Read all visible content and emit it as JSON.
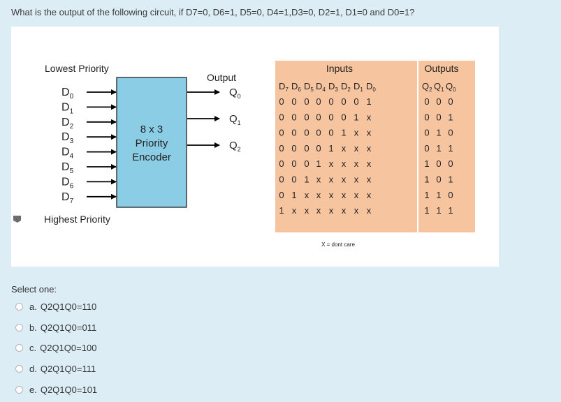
{
  "question": {
    "text": "What is the output of the following circuit, if D7=0, D6=1, D5=0, D4=1,D3=0, D2=1, D1=0 and D0=1?"
  },
  "figure": {
    "lowest_priority": "Lowest Priority",
    "highest_priority": "Highest Priority",
    "inputs": [
      "D0",
      "D1",
      "D2",
      "D3",
      "D4",
      "D5",
      "D6",
      "D7"
    ],
    "output_label": "Output",
    "outputs": [
      "Q0",
      "Q1",
      "Q2"
    ],
    "encoder_lines": [
      "8 x 3",
      "Priority",
      "Encoder"
    ],
    "table": {
      "inputs_header": "Inputs",
      "outputs_header": "Outputs",
      "input_columns": [
        "D7",
        "D6",
        "D5",
        "D4",
        "D3",
        "D2",
        "D1",
        "D0"
      ],
      "output_columns": [
        "Q2",
        "Q1",
        "Q0"
      ],
      "rows": [
        {
          "in": [
            "0",
            "0",
            "0",
            "0",
            "0",
            "0",
            "0",
            "1"
          ],
          "out": [
            "0",
            "0",
            "0"
          ]
        },
        {
          "in": [
            "0",
            "0",
            "0",
            "0",
            "0",
            "0",
            "1",
            "x"
          ],
          "out": [
            "0",
            "0",
            "1"
          ]
        },
        {
          "in": [
            "0",
            "0",
            "0",
            "0",
            "0",
            "1",
            "x",
            "x"
          ],
          "out": [
            "0",
            "1",
            "0"
          ]
        },
        {
          "in": [
            "0",
            "0",
            "0",
            "0",
            "1",
            "x",
            "x",
            "x"
          ],
          "out": [
            "0",
            "1",
            "1"
          ]
        },
        {
          "in": [
            "0",
            "0",
            "0",
            "1",
            "x",
            "x",
            "x",
            "x"
          ],
          "out": [
            "1",
            "0",
            "0"
          ]
        },
        {
          "in": [
            "0",
            "0",
            "1",
            "x",
            "x",
            "x",
            "x",
            "x"
          ],
          "out": [
            "1",
            "0",
            "1"
          ]
        },
        {
          "in": [
            "0",
            "1",
            "x",
            "x",
            "x",
            "x",
            "x",
            "x"
          ],
          "out": [
            "1",
            "1",
            "0"
          ]
        },
        {
          "in": [
            "1",
            "x",
            "x",
            "x",
            "x",
            "x",
            "x",
            "x"
          ],
          "out": [
            "1",
            "1",
            "1"
          ]
        }
      ],
      "footnote": "X = dont care"
    }
  },
  "answer": {
    "select_one": "Select one:",
    "options": [
      {
        "letter": "a.",
        "text": "Q2Q1Q0=110"
      },
      {
        "letter": "b.",
        "text": "Q2Q1Q0=011"
      },
      {
        "letter": "c.",
        "text": "Q2Q1Q0=100"
      },
      {
        "letter": "d.",
        "text": "Q2Q1Q0=111"
      },
      {
        "letter": "e.",
        "text": "Q2Q1Q0=101"
      }
    ]
  },
  "colors": {
    "page_bg": "#dcedf6",
    "encoder_fill": "#8ccde6",
    "table_fill": "#f7c4a0"
  },
  "icons": {
    "flag": "flag-icon"
  }
}
